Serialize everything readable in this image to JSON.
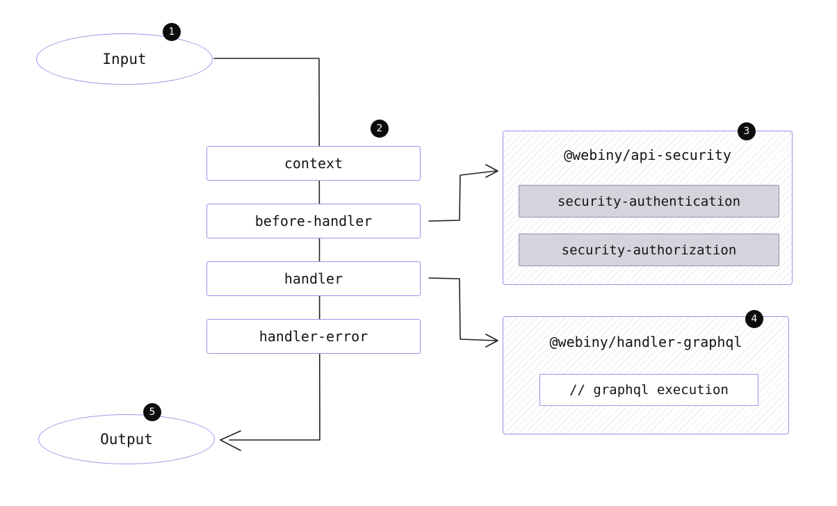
{
  "nodes": {
    "input": {
      "label": "Input",
      "badge": "1"
    },
    "output": {
      "label": "Output",
      "badge": "5"
    }
  },
  "pipeline": {
    "badge": "2",
    "steps": [
      {
        "label": "context"
      },
      {
        "label": "before-handler"
      },
      {
        "label": "handler"
      },
      {
        "label": "handler-error"
      }
    ]
  },
  "packages": {
    "api_security": {
      "title": "@webiny/api-security",
      "badge": "3",
      "plugins": [
        {
          "label": "security-authentication"
        },
        {
          "label": "security-authorization"
        }
      ]
    },
    "handler_graphql": {
      "title": "@webiny/handler-graphql",
      "badge": "4",
      "plugins": [
        {
          "label": "// graphql execution"
        }
      ]
    }
  },
  "colors": {
    "accent": "#a88ae6",
    "connector": "#1f1f1f",
    "badge_bg": "#0d0d0d",
    "badge_text": "#ffffff",
    "plugin_bg": "#d4d4dd"
  }
}
